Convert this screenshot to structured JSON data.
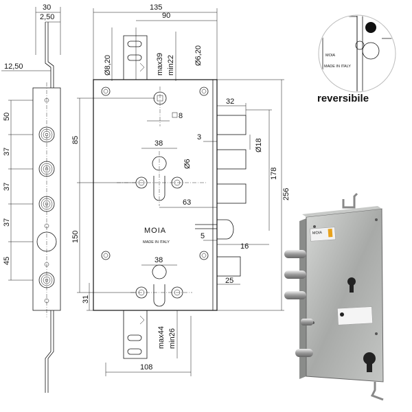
{
  "side_view": {
    "dims": [
      "30",
      "2,50",
      "12,50",
      "50",
      "37",
      "37",
      "37",
      "45"
    ]
  },
  "front_view": {
    "top_dims": [
      "135",
      "90"
    ],
    "vertical_dims": [
      "8,20",
      "max39",
      "min22",
      "6,20"
    ],
    "square_label": "8",
    "spindle_spacing": "38",
    "cylinder_dia": "6",
    "bolt_dims": [
      "32",
      "3",
      "18",
      "178",
      "256"
    ],
    "left_dims": [
      "85",
      "150",
      "31"
    ],
    "latch_dims": [
      "63",
      "5",
      "16",
      "25"
    ],
    "brand": "MOIA",
    "made_in": "MADE IN ITALY",
    "bottom_spacing": "38",
    "bottom_plate_dims": [
      "max44",
      "min26"
    ],
    "bottom_width": "108",
    "diameter_symbol": "Ø"
  },
  "inset": {
    "label": "reversibile",
    "brand": "MOIA",
    "made_in": "MADE IN ITALY"
  },
  "photo": {
    "label_brand": "MOIA"
  }
}
